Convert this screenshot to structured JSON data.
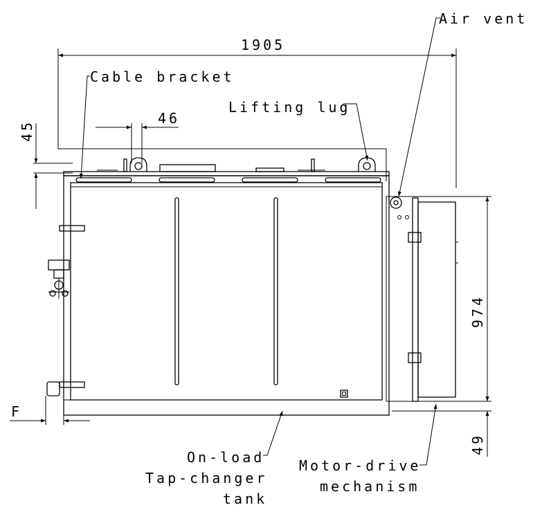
{
  "labels": {
    "air_vent": "Air vent",
    "cable_bracket": "Cable bracket",
    "lifting_lug": "Lifting lug",
    "on_load_line1": "On-load",
    "on_load_line2": "Tap-changer",
    "on_load_line3": "tank",
    "motor_drive_line1": "Motor-drive",
    "motor_drive_line2": "mechanism"
  },
  "dimensions": {
    "overall_width": "1905",
    "lug_spacing": "46",
    "lid_height": "45",
    "motor_height": "974",
    "motor_bottom": "49",
    "flange": "F"
  }
}
